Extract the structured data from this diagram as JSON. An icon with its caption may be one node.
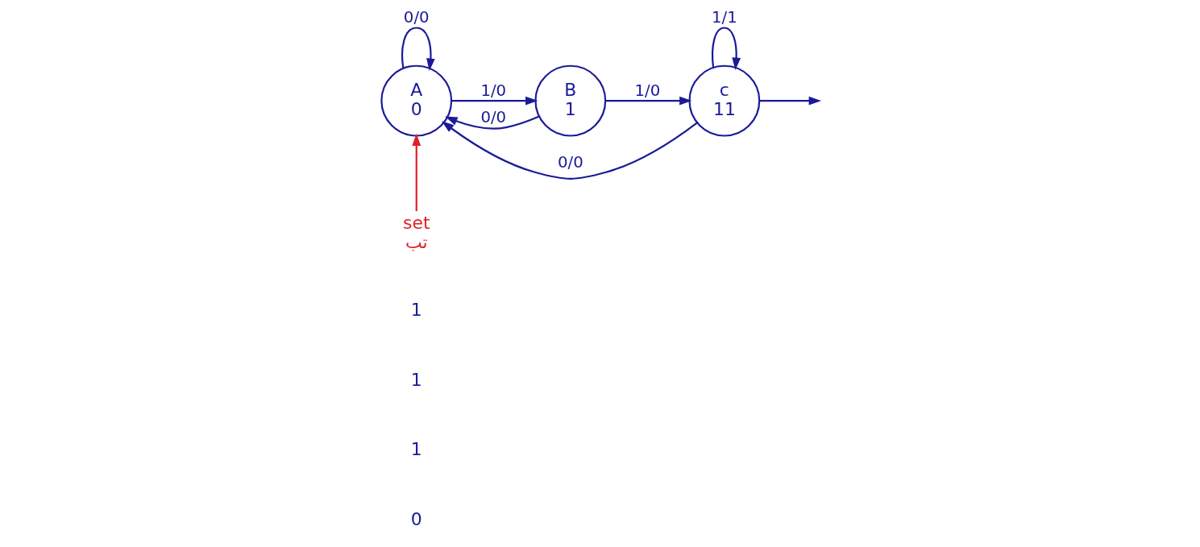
{
  "diagram": {
    "nodes": [
      {
        "text": [
          "A",
          "0"
        ]
      },
      {
        "text": [
          "B",
          "1"
        ]
      },
      {
        "text": [
          "c",
          "11"
        ]
      },
      {
        "text": [
          "set",
          "تب"
        ]
      }
    ],
    "edges": [
      {
        "from": 0,
        "to": 0,
        "arrow": "to",
        "label": "0/0"
      },
      {
        "from": 0,
        "to": 1,
        "arrow": "to",
        "label": "1/0"
      },
      {
        "from": 1,
        "to": 0,
        "arrow": "to",
        "label": "0/0"
      },
      {
        "from": 1,
        "to": 2,
        "arrow": "to",
        "label": "1/0"
      },
      {
        "from": 2,
        "to": 2,
        "arrow": "to",
        "label": "1/1"
      },
      {
        "from": 2,
        "to": 0,
        "arrow": "to",
        "label": "0/0"
      },
      {
        "from": 3,
        "to": 0,
        "arrow": "to",
        "color": "#e0202a"
      },
      {
        "from": 2,
        "to": null,
        "arrow": "to"
      }
    ],
    "labels": [
      "0",
      "1",
      "1",
      "1"
    ]
  }
}
